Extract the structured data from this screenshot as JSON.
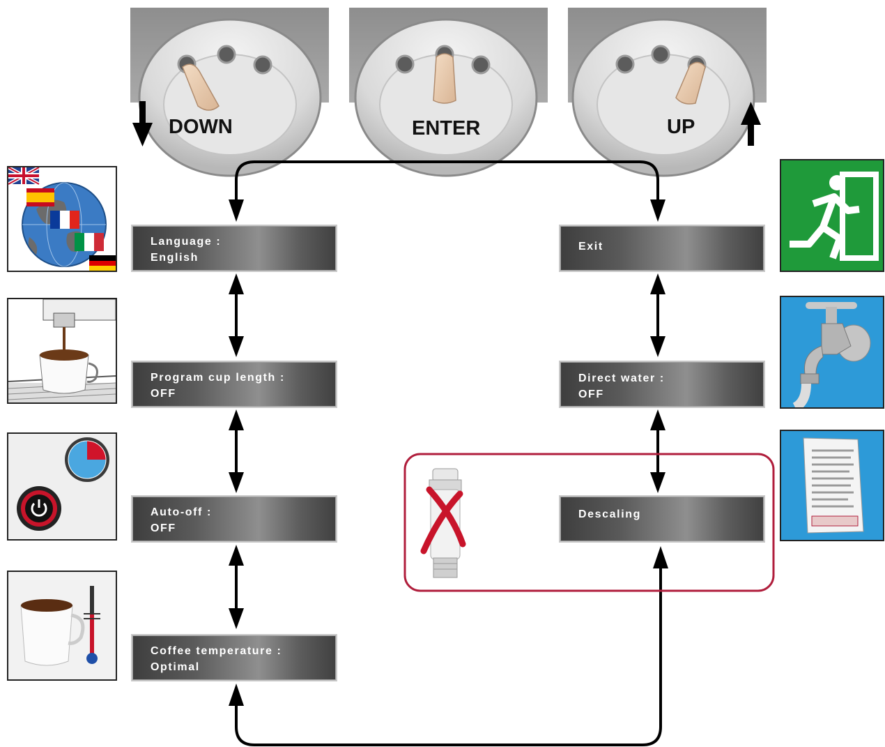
{
  "controls": {
    "down_label": "DOWN",
    "enter_label": "ENTER",
    "up_label": "UP"
  },
  "menu_left": [
    {
      "line1": "Language :",
      "line2": "English",
      "icon": "language-globe-flags-icon"
    },
    {
      "line1": "Program cup length :",
      "line2": "OFF",
      "icon": "cup-dispensing-icon"
    },
    {
      "line1": "Auto-off :",
      "line2": "OFF",
      "icon": "power-timer-icon"
    },
    {
      "line1": "Coffee temperature :",
      "line2": "Optimal",
      "icon": "cup-thermometer-icon"
    }
  ],
  "menu_right": [
    {
      "line1": "Exit",
      "line2": "",
      "icon": "exit-icon"
    },
    {
      "line1": "Direct water :",
      "line2": "OFF",
      "icon": "water-tap-icon"
    },
    {
      "line1": "Descaling",
      "line2": "",
      "icon": "descaler-packet-icon"
    }
  ],
  "colors": {
    "highlight_border": "#b01e3c",
    "exit_green": "#1f9a3a",
    "water_blue": "#2d9ad8",
    "filter_cross": "#c8142a"
  }
}
